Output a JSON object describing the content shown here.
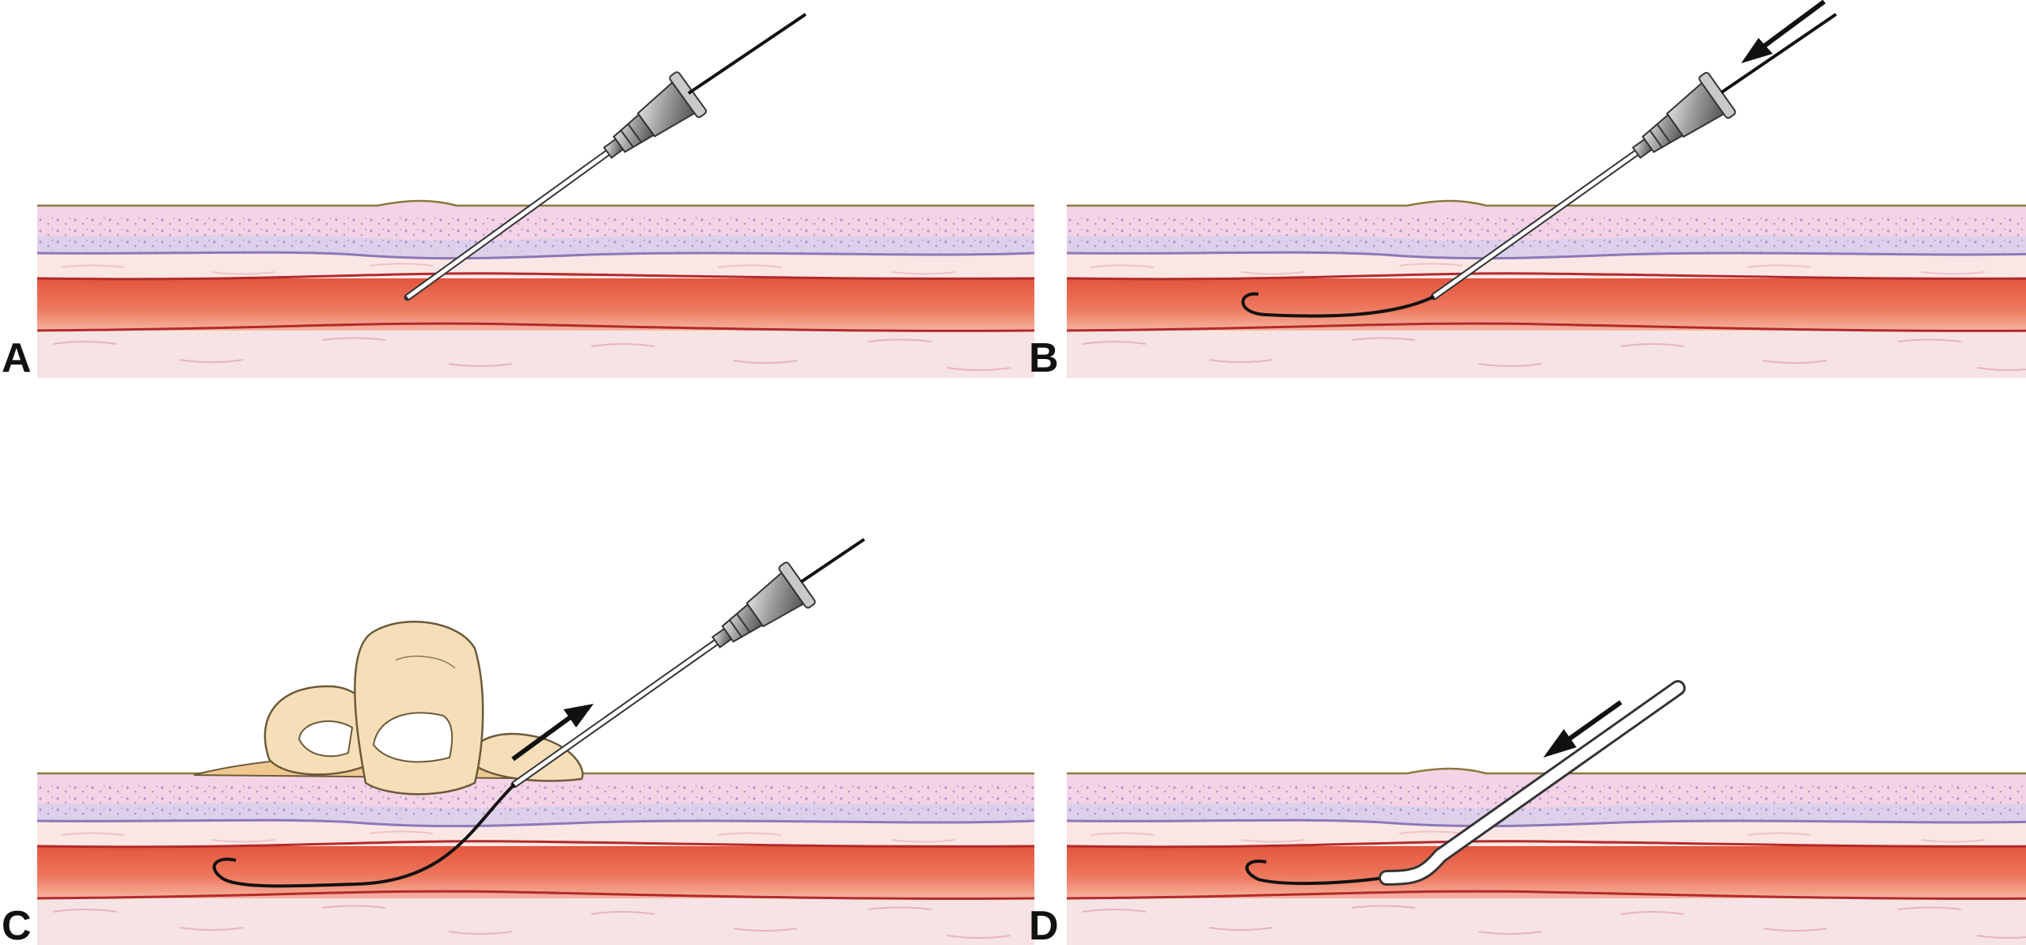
{
  "panels": [
    {
      "label": "A"
    },
    {
      "label": "B"
    },
    {
      "label": "C"
    },
    {
      "label": "D"
    }
  ],
  "colors": {
    "skin_fill": "#f4d3e6",
    "dermis_fill": "#d8cbe3",
    "subcut_fill": "#fbe6e6",
    "vessel_light": "#f7b6a6",
    "vessel_dark": "#e2553c",
    "vessel_edge": "#b22a2a",
    "deep_fill": "#f6e3e4",
    "guidewire": "#111111",
    "needle_hub": "#8a8a8a",
    "finger_fill": "#f6dfb8",
    "catheter": "#ffffff"
  }
}
